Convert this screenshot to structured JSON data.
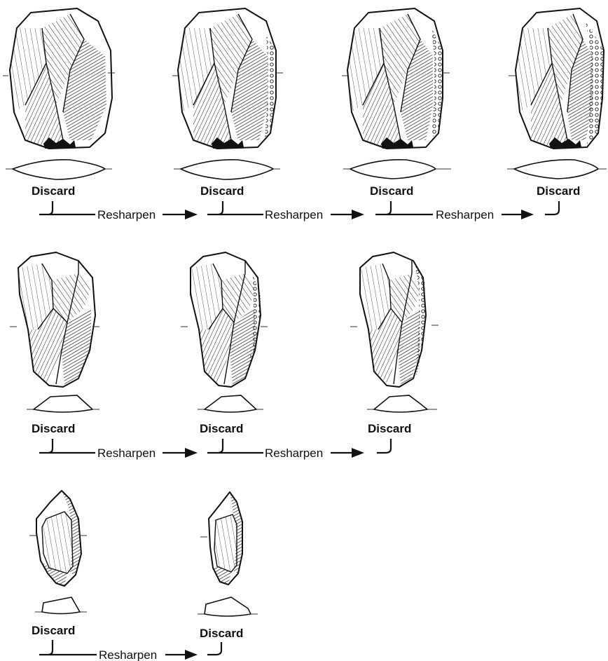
{
  "labels": {
    "discard": "Discard",
    "resharpen": "Resharpen"
  },
  "rows": [
    {
      "name": "row-1",
      "stages": 4
    },
    {
      "name": "row-2",
      "stages": 3
    },
    {
      "name": "row-3",
      "stages": 2
    }
  ]
}
